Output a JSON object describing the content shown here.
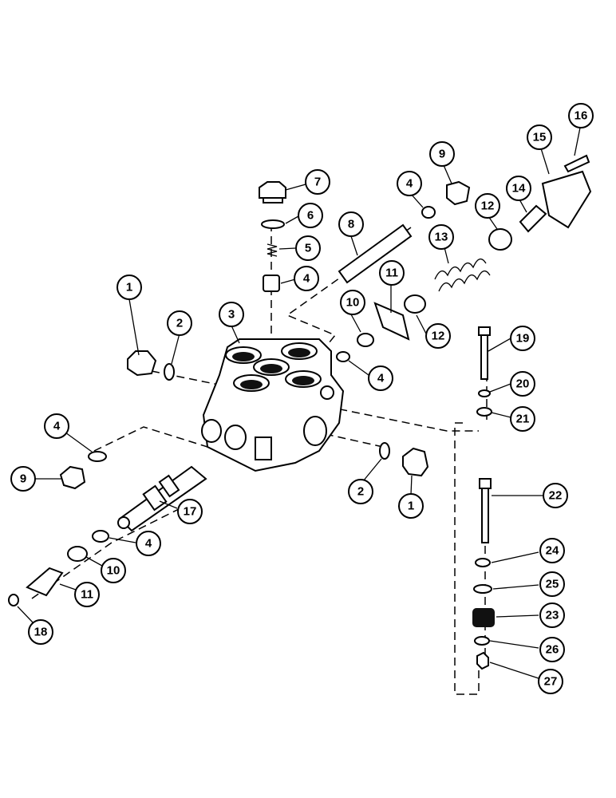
{
  "callouts": [
    {
      "id": "c1a",
      "label": "1"
    },
    {
      "id": "c1b",
      "label": "1"
    },
    {
      "id": "c2a",
      "label": "2"
    },
    {
      "id": "c2b",
      "label": "2"
    },
    {
      "id": "c3",
      "label": "3"
    },
    {
      "id": "c4a",
      "label": "4"
    },
    {
      "id": "c4b",
      "label": "4"
    },
    {
      "id": "c4c",
      "label": "4"
    },
    {
      "id": "c4d",
      "label": "4"
    },
    {
      "id": "c4e",
      "label": "4"
    },
    {
      "id": "c5",
      "label": "5"
    },
    {
      "id": "c6",
      "label": "6"
    },
    {
      "id": "c7",
      "label": "7"
    },
    {
      "id": "c8",
      "label": "8"
    },
    {
      "id": "c9a",
      "label": "9"
    },
    {
      "id": "c9b",
      "label": "9"
    },
    {
      "id": "c10a",
      "label": "10"
    },
    {
      "id": "c10b",
      "label": "10"
    },
    {
      "id": "c11a",
      "label": "11"
    },
    {
      "id": "c11b",
      "label": "11"
    },
    {
      "id": "c12a",
      "label": "12"
    },
    {
      "id": "c12b",
      "label": "12"
    },
    {
      "id": "c13",
      "label": "13"
    },
    {
      "id": "c14",
      "label": "14"
    },
    {
      "id": "c15",
      "label": "15"
    },
    {
      "id": "c16",
      "label": "16"
    },
    {
      "id": "c17",
      "label": "17"
    },
    {
      "id": "c18",
      "label": "18"
    },
    {
      "id": "c19",
      "label": "19"
    },
    {
      "id": "c20",
      "label": "20"
    },
    {
      "id": "c21",
      "label": "21"
    },
    {
      "id": "c22",
      "label": "22"
    },
    {
      "id": "c23",
      "label": "23"
    },
    {
      "id": "c24",
      "label": "24"
    },
    {
      "id": "c25",
      "label": "25"
    },
    {
      "id": "c26",
      "label": "26"
    },
    {
      "id": "c27",
      "label": "27"
    }
  ]
}
